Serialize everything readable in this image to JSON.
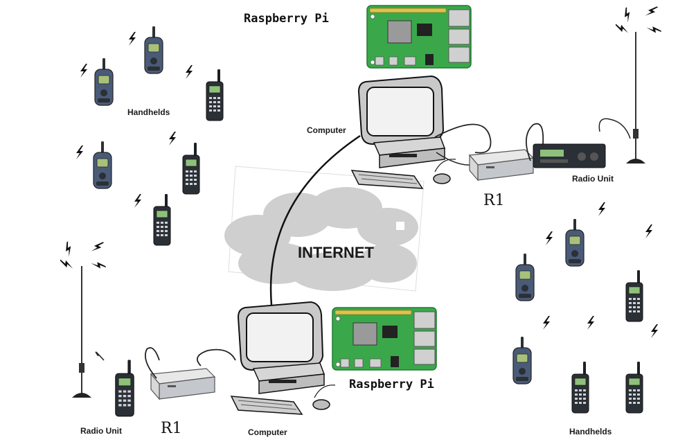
{
  "labels": {
    "pi_top": "Raspberry Pi",
    "pi_bottom": "Raspberry Pi",
    "computer_top": "Computer",
    "computer_bottom": "Computer",
    "handhelds_left": "Handhelds",
    "handhelds_right": "Handhelds",
    "radio_unit_right": "Radio Unit",
    "radio_unit_left": "Radio Unit",
    "r1_top": "R1",
    "r1_bottom": "R1",
    "internet": "INTERNET"
  },
  "colors": {
    "board_green": "#3aa84a",
    "board_dark": "#1f7a31",
    "radio_dark": "#2b2f36",
    "radio_blue": "#4a5b78",
    "screen": "#f2f2f2",
    "cloud": "#cfcfcf",
    "link": "#111111"
  },
  "icons": [
    "raspberry-pi-board-icon",
    "computer-icon",
    "handheld-radio-icon",
    "radio-unit-icon",
    "antenna-icon",
    "r1-interface-box-icon",
    "lightning-bolt-icon",
    "cloud-icon",
    "cable-icon"
  ]
}
